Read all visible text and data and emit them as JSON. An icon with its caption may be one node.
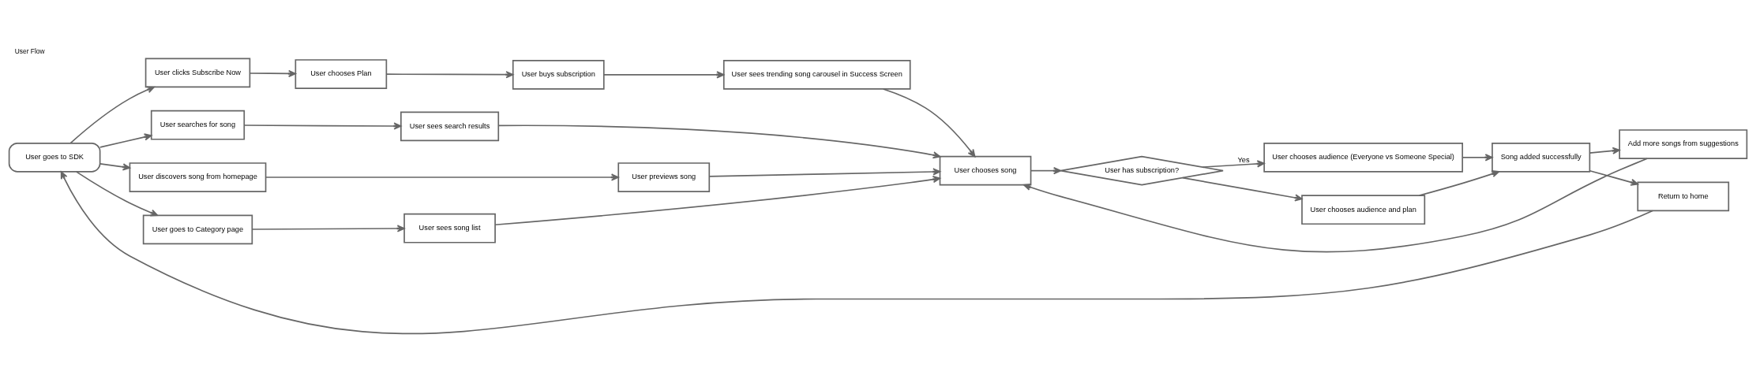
{
  "diagram": {
    "title": "User Flow",
    "nodes": [
      {
        "text": [
          "User goes to SDK"
        ]
      },
      {
        "text": [
          "User clicks Subscribe Now"
        ]
      },
      {
        "text": [
          "User chooses Plan"
        ]
      },
      {
        "text": [
          "User buys subscription"
        ]
      },
      {
        "text": [
          "User sees trending song carousel in Success Screen"
        ]
      },
      {
        "text": [
          "User searches for song"
        ]
      },
      {
        "text": [
          "User sees search results"
        ]
      },
      {
        "text": [
          "User discovers song from homepage"
        ]
      },
      {
        "text": [
          "User previews song"
        ]
      },
      {
        "text": [
          "User goes to Category page"
        ]
      },
      {
        "text": [
          "User sees song list"
        ]
      },
      {
        "text": [
          "User chooses song"
        ]
      },
      {
        "text": [
          "User has subscription?"
        ]
      },
      {
        "text": [
          "User chooses audience (Everyone vs Someone Special)"
        ]
      },
      {
        "text": [
          "Song added successfully"
        ]
      },
      {
        "text": [
          "Add more songs from suggestions"
        ]
      },
      {
        "text": [
          "Return to home"
        ]
      },
      {
        "text": [
          "User chooses audience and plan"
        ]
      }
    ],
    "edges": [
      {
        "from": 0,
        "to": 1,
        "arrow": "to"
      },
      {
        "from": 0,
        "to": 5,
        "arrow": "to"
      },
      {
        "from": 0,
        "to": 7,
        "arrow": "to"
      },
      {
        "from": 0,
        "to": 9,
        "arrow": "to"
      },
      {
        "from": 1,
        "to": 2,
        "arrow": "to"
      },
      {
        "from": 2,
        "to": 3,
        "arrow": "to"
      },
      {
        "from": 3,
        "to": 4,
        "arrow": "to"
      },
      {
        "from": 4,
        "to": 11,
        "arrow": "to"
      },
      {
        "from": 5,
        "to": 6,
        "arrow": "to"
      },
      {
        "from": 7,
        "to": 8,
        "arrow": "to"
      },
      {
        "from": 9,
        "to": 10,
        "arrow": "to"
      },
      {
        "from": 6,
        "to": 11,
        "arrow": "to"
      },
      {
        "from": 8,
        "to": 11,
        "arrow": "to"
      },
      {
        "from": 10,
        "to": 11,
        "arrow": "to"
      },
      {
        "from": 11,
        "to": 12,
        "arrow": "to"
      },
      {
        "from": 12,
        "to": 13,
        "arrow": "to",
        "label": "Yes"
      },
      {
        "from": 12,
        "to": 17,
        "arrow": "to"
      },
      {
        "from": 13,
        "to": 14,
        "arrow": "to"
      },
      {
        "from": 17,
        "to": 14,
        "arrow": "to"
      },
      {
        "from": 14,
        "to": 15,
        "arrow": "to"
      },
      {
        "from": 14,
        "to": 16,
        "arrow": "to"
      },
      {
        "from": 15,
        "to": 11,
        "arrow": "to"
      },
      {
        "from": 16,
        "to": 0,
        "arrow": "to"
      }
    ]
  }
}
